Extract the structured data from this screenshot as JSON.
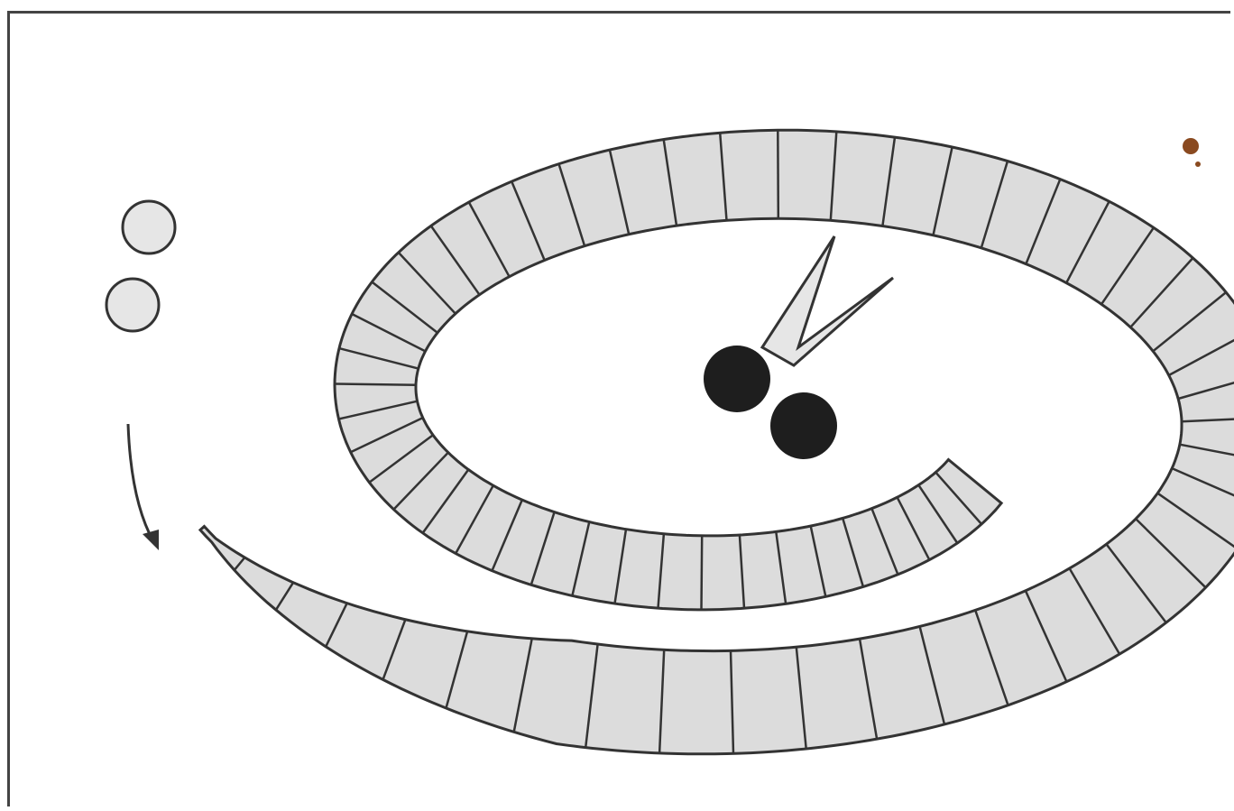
{
  "board": {
    "type": "spiral-race-track",
    "track_spaces": 66,
    "colors": {
      "track_fill": "#dcdcdc",
      "track_stroke": "#333333",
      "background": "#ffffff",
      "counter_dark": "#1e1e1e",
      "counter_light": "#e6e6e6"
    },
    "start": {
      "counters": 2,
      "counter_color": "light",
      "arrow": "clockwise-down"
    },
    "finish": {
      "shape": "snake-head-forked-tongue",
      "counters": 2,
      "counter_color": "dark"
    },
    "stain": {
      "color": "#8a4a20"
    }
  }
}
